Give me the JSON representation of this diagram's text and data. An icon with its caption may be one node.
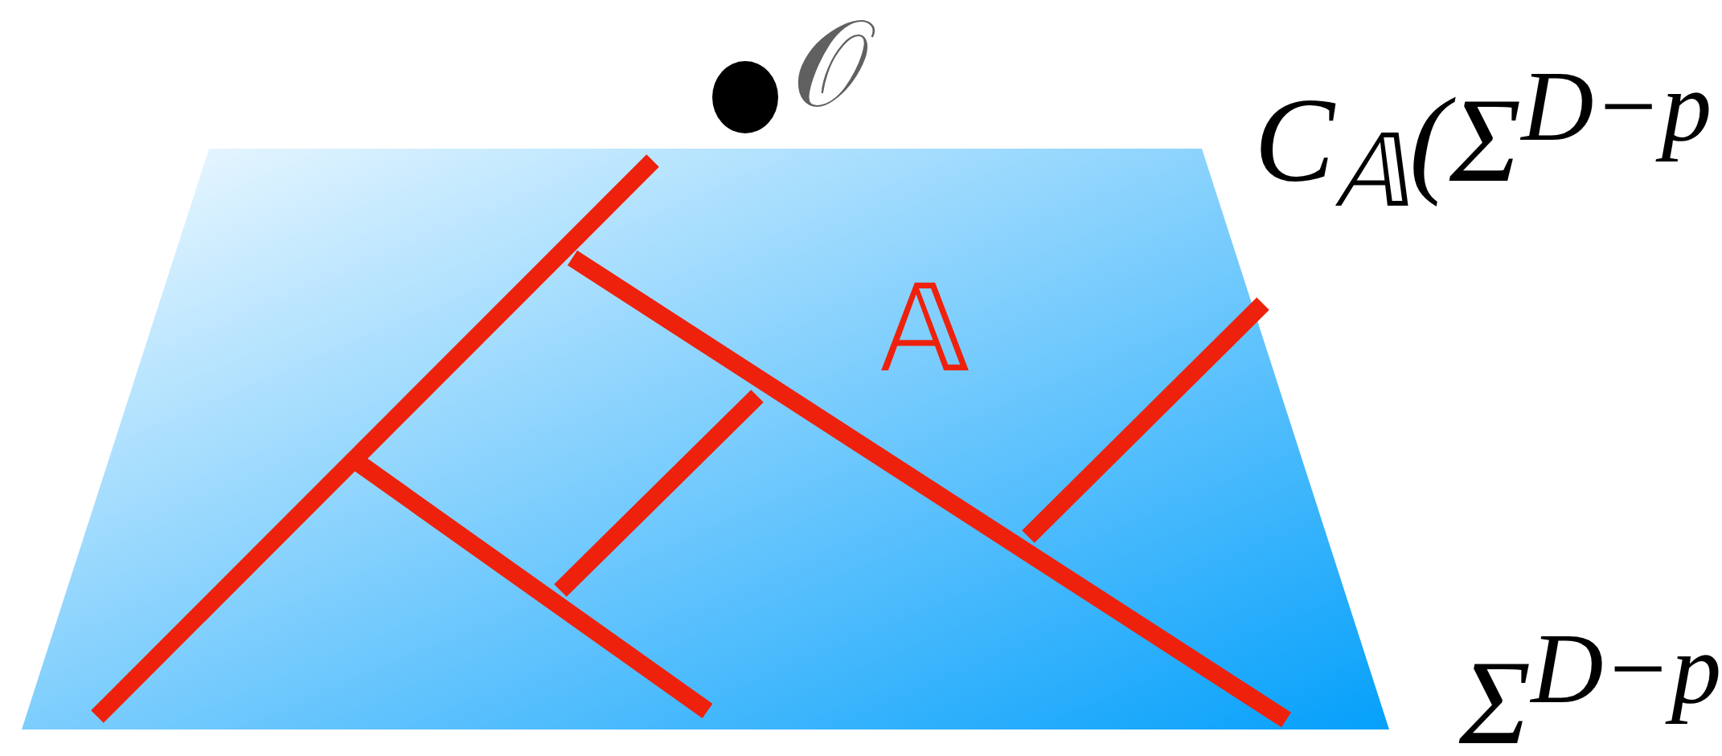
{
  "diagram": {
    "labels": [
      "𝒪",
      "C$_{𝔸}$(Σ$^{D−p}$",
      "𝔸",
      "Σ$^{D−p}$"
    ]
  }
}
